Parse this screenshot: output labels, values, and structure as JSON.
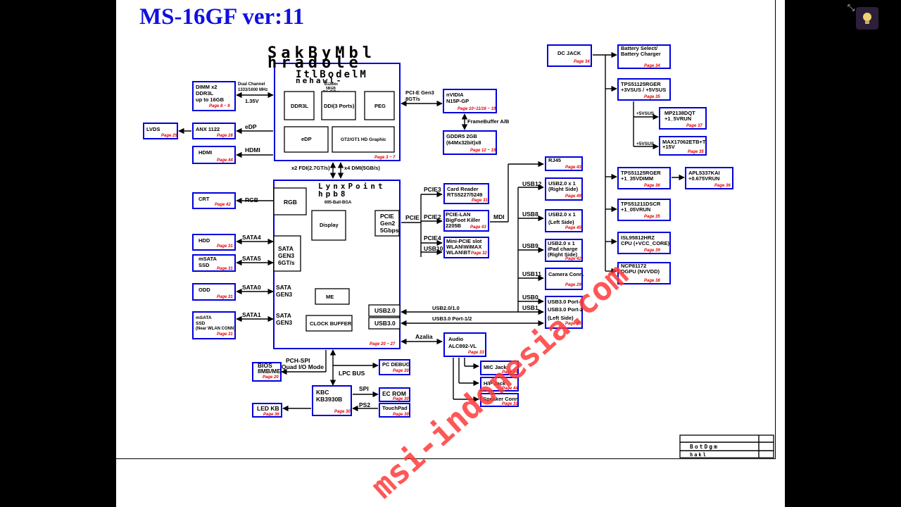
{
  "title": "MS-16GF ver:11",
  "watermark": "msi-indonesia.com",
  "cpu": {
    "heading_1": "SakByMbl",
    "heading_2": "hradole",
    "heading_3": "ItlBodelM",
    "heading_4": "nehawl-",
    "pkg_1": "B12Bdn",
    "pkg_2": "5BGB",
    "pkg_3": "BAcPiBve",
    "ddr3l": "DDR3L",
    "ddi": "DDI(3 Ports)",
    "peg": "PEG",
    "edp": "eDP",
    "gfx": "GT2/GT1 HD Graphic",
    "page": "Page 3 ~ 7"
  },
  "pch": {
    "heading_1": "LynxPoint",
    "heading_2": "hpb8",
    "bga": "695-Ball-BGA",
    "rgb": "RGB",
    "display": "Display",
    "pcie_l1": "PCIE",
    "pcie_l2": "Gen2",
    "pcie_l3": "5Gbps",
    "sata1_l1": "SATA",
    "sata1_l2": "GEN3",
    "sata1_l3": "6GT/s",
    "sata2_l1": "SATA",
    "sata2_l2": "GEN3",
    "sata3_l1": "SATA",
    "sata3_l2": "GEN3",
    "me": "ME",
    "clock": "CLOCK BUFFER",
    "usb20": "USB2.0",
    "usb30": "USB3.0",
    "page": "Page 20 ~ 27"
  },
  "left": {
    "dimm_1": "DIMM x2",
    "dimm_2": "DDR3L",
    "dimm_3": "up to 16GB",
    "dimm_page": "Page 8 ~ 9",
    "dual_1": "Dual Channel",
    "dual_2": "1333/1600 MHz",
    "volt": "1.35V",
    "lvds": "LVDS",
    "lvds_page": "Page 29",
    "anx": "ANX 1122",
    "anx_page": "Page 28",
    "edp": "eDP",
    "hdmi": "HDMI",
    "hdmi_page": "Page 44",
    "hdmi_link": "HDMI",
    "fdi": "x2 FDI(2.7GT/s)",
    "dmi": "x4 DMI(5GB/s)",
    "crt": "CRT",
    "crt_page": "Page 42",
    "rgb": "RGB",
    "hdd": "HDD",
    "hdd_page": "Page 31",
    "sata4": "SATA4",
    "msata1_1": "mSATA",
    "msata1_2": "SSD",
    "msata1_page": "Page 31",
    "sata5": "SATA5",
    "odd": "ODD",
    "odd_page": "Page 31",
    "sata0": "SATA0",
    "msata2_1": "mSATA",
    "msata2_2": "SSD",
    "msata2_3": "(Near WLAN CONN)",
    "msata2_page": "Page 31",
    "sata1": "SATA1"
  },
  "bottom": {
    "bios_1": "BIOS",
    "bios_2": "8MB/ME",
    "bios_page": "Page 20",
    "pchspi_1": "PCH-SPI",
    "pchspi_2": "Quad I/O Mode",
    "lpc": "LPC BUS",
    "pcdebug": "PC DEBUG",
    "pcdebug_page": "Page 30",
    "kbc_1": "KBC",
    "kbc_2": "KB3930B",
    "kbc_page": "Page 30",
    "spi": "SPI",
    "ecrom": "EC ROM",
    "ecrom_page": "Page 30",
    "ps2": "PS2",
    "touchpad": "TouchPad",
    "touchpad_page": "Page 30",
    "ledkb": "LED KB",
    "ledkb_page": "Page 36"
  },
  "gpu": {
    "pcie_gen3": "PCI-E Gen3",
    "gts": "8GT/s",
    "name_1": "nVIDIA",
    "name_2": "N15P-GP",
    "page": "Page 10~11/16 ~ 19",
    "fb": "FrameBuffer A/B",
    "gddr_1": "GDDR5 2GB",
    "gddr_2": "(64Mx32bit)x8",
    "gddr_page": "Page 12 ~ 15"
  },
  "mid": {
    "pcie3": "PCIE3",
    "pcie2": "PCIE2",
    "pcie": "PCIE",
    "pcie4": "PCIE4",
    "usb10": "USB10",
    "mdi": "MDI",
    "card_1": "Card Reader",
    "card_2": "RTS5227/5249",
    "card_page": "Page 31",
    "lan_1": "PCIE-LAN",
    "lan_2": "BigFoot Killer",
    "lan_3": "2205B",
    "lan_page": "Page 43",
    "mini_1": "Mini-PCIE slot",
    "mini_2": "WLAN\\WiMAX",
    "mini_3": "WLAN\\BT",
    "mini_page": "Page 32",
    "usb20_bus": "USB2.0/1.0",
    "usb30_bus": "USB3.0 Port-1/2",
    "azalia": "Azalia",
    "audio_1": "Audio",
    "audio_2": "ALC892-VL",
    "audio_page": "Page 33",
    "mic": "MIC Jack",
    "mic_page": "Page 44",
    "hp": "H/P Jack",
    "hp_page": "Page 44",
    "spk": "Speaker Conn",
    "spk_page": "Page 33"
  },
  "usb": {
    "rj45": "RJ45",
    "rj45_page": "Page 43",
    "usb12": "USB12",
    "u12_1": "USB2.0 x 1",
    "u12_2": "(Right Side)",
    "u12_page": "Page 49",
    "usb8": "USB8",
    "u8_1": "USB2.0 x 1",
    "u8_2": "(Left Side)",
    "u8_page": "Page 45",
    "usb9": "USB9",
    "u9_1": "USB2.0 x 1",
    "u9_2": "iPad charge",
    "u9_3": "(Right Side)",
    "u9_page": "Page 42",
    "usb11": "USB11",
    "cam": "Camera Conn.",
    "cam_page": "Page 29",
    "usb0": "USB0",
    "usb1": "USB1",
    "u30_1": "USB3.0 Port-1",
    "u30_2": "USB3.0 Port-2",
    "u30_3": "(Left Side)",
    "u30_page": "Page 45"
  },
  "power": {
    "dcjack": "DC JACK",
    "dcjack_page": "Page 34",
    "bat_1": "Battery Select/",
    "bat_2": "Battery Charger",
    "bat_page": "Page 34",
    "tps1_1": "TPS51125RGER",
    "tps1_2": "+3VSUS / +5VSUS",
    "tps1_page": "Page 35",
    "v5a": "+5VSUS",
    "mp_1": "MP2138DQT",
    "mp_2": "+1_5VRUN",
    "mp_page": "Page 37",
    "v5b": "+5VSUS",
    "max_1": "MAX17062ETB+T",
    "max_2": "+15V",
    "max_page": "Page 35",
    "tps2_1": "TPS51125RGER",
    "tps2_2": "+1_35VDIMM",
    "tps2_page": "Page 36",
    "apl_1": "APL5337KAI",
    "apl_2": "+0.675VRUN",
    "apl_page": "Page 36",
    "tps3_1": "TPS51211DSCR",
    "tps3_2": "+1_05VRUN",
    "tps3_page": "Page 35",
    "isl_1": "ISL95812HRZ",
    "isl_2": "CPU (+VCC_CORE)",
    "isl_page": "Page 39",
    "ncp_1": "NCP81172",
    "ncp_2": "DGPU (NVVDD)",
    "ncp_page": "Page 38"
  },
  "titleblock": {
    "text_1": "BotDgm",
    "text_2": "hakl"
  }
}
